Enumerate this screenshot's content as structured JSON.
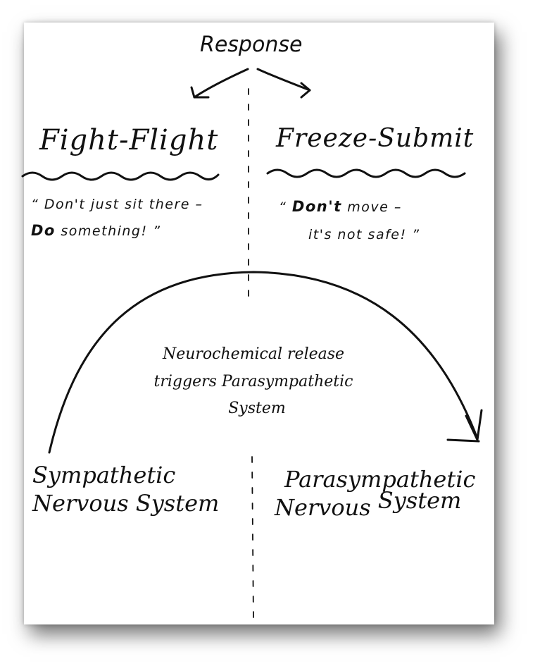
{
  "title": "Response",
  "left": {
    "heading": "Fight-Flight",
    "quote_open": "“ Don't just sit there –",
    "quote_bold": "Do",
    "quote_close": " something! ”",
    "system_line1": "Sympathetic",
    "system_line2": "Nervous System"
  },
  "right": {
    "heading": "Freeze-Submit",
    "quote_open": "“ ",
    "quote_bold": "Don't",
    "quote_mid": " move –",
    "quote_close": "it's not safe! ”",
    "system_line1": "Parasympathetic",
    "system_line2_a": "Nervous",
    "system_line2_b": "System"
  },
  "center": {
    "line1": "Neurochemical release",
    "line2": "triggers Parasympathetic",
    "line3": "System"
  }
}
